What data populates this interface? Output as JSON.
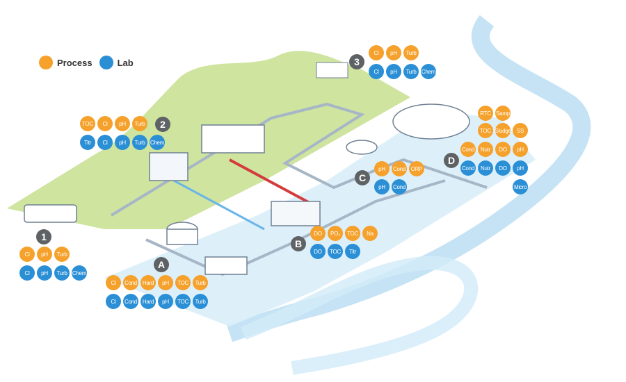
{
  "legend": {
    "process_label": "Process",
    "lab_label": "Lab",
    "process_color": "#f5a12b",
    "lab_color": "#2b8fd6"
  },
  "sites": [
    {
      "id": "1",
      "rows": [
        {
          "kind": "process",
          "items": [
            "Cl",
            "pH",
            "Turb"
          ]
        },
        {
          "kind": "lab",
          "items": [
            "Cl",
            "pH",
            "Turb",
            "Chem"
          ]
        }
      ]
    },
    {
      "id": "2",
      "rows": [
        {
          "kind": "process",
          "items": [
            "TOC",
            "Cl",
            "pH",
            "Turb"
          ]
        },
        {
          "kind": "lab",
          "items": [
            "Titr",
            "Cl",
            "pH",
            "Turb",
            "Chem"
          ]
        }
      ]
    },
    {
      "id": "3",
      "rows": [
        {
          "kind": "process",
          "items": [
            "Cl",
            "pH",
            "Turb"
          ]
        },
        {
          "kind": "lab",
          "items": [
            "Cl",
            "pH",
            "Turb",
            "Chem"
          ]
        }
      ]
    },
    {
      "id": "A",
      "rows": [
        {
          "kind": "process",
          "items": [
            "Cl",
            "Cond",
            "Hard",
            "pH",
            "TOC",
            "Turb"
          ]
        },
        {
          "kind": "lab",
          "items": [
            "Cl",
            "Cond",
            "Hard",
            "pH",
            "TOC",
            "Turb"
          ]
        }
      ]
    },
    {
      "id": "B",
      "rows": [
        {
          "kind": "process",
          "items": [
            "DO",
            "PO₄",
            "TOC",
            "Na"
          ]
        },
        {
          "kind": "lab",
          "items": [
            "DO",
            "TOC",
            "Titr"
          ]
        }
      ]
    },
    {
      "id": "C",
      "rows": [
        {
          "kind": "process",
          "items": [
            "pH",
            "Cond",
            "ORP"
          ]
        },
        {
          "kind": "lab",
          "items": [
            "pH",
            "Cond"
          ]
        }
      ]
    },
    {
      "id": "D",
      "rows": [
        {
          "kind": "process",
          "items": [
            "",
            "RTC",
            "Samp"
          ]
        },
        {
          "kind": "process",
          "items": [
            "",
            "TOC",
            "Sludge",
            "SS"
          ]
        },
        {
          "kind": "process",
          "items": [
            "Cond",
            "Nutr",
            "DO",
            "pH"
          ]
        },
        {
          "kind": "lab",
          "items": [
            "Cond",
            "Nutr",
            "DO",
            "pH"
          ]
        },
        {
          "kind": "lab",
          "items": [
            "",
            "",
            "",
            "Micro"
          ]
        }
      ]
    }
  ]
}
